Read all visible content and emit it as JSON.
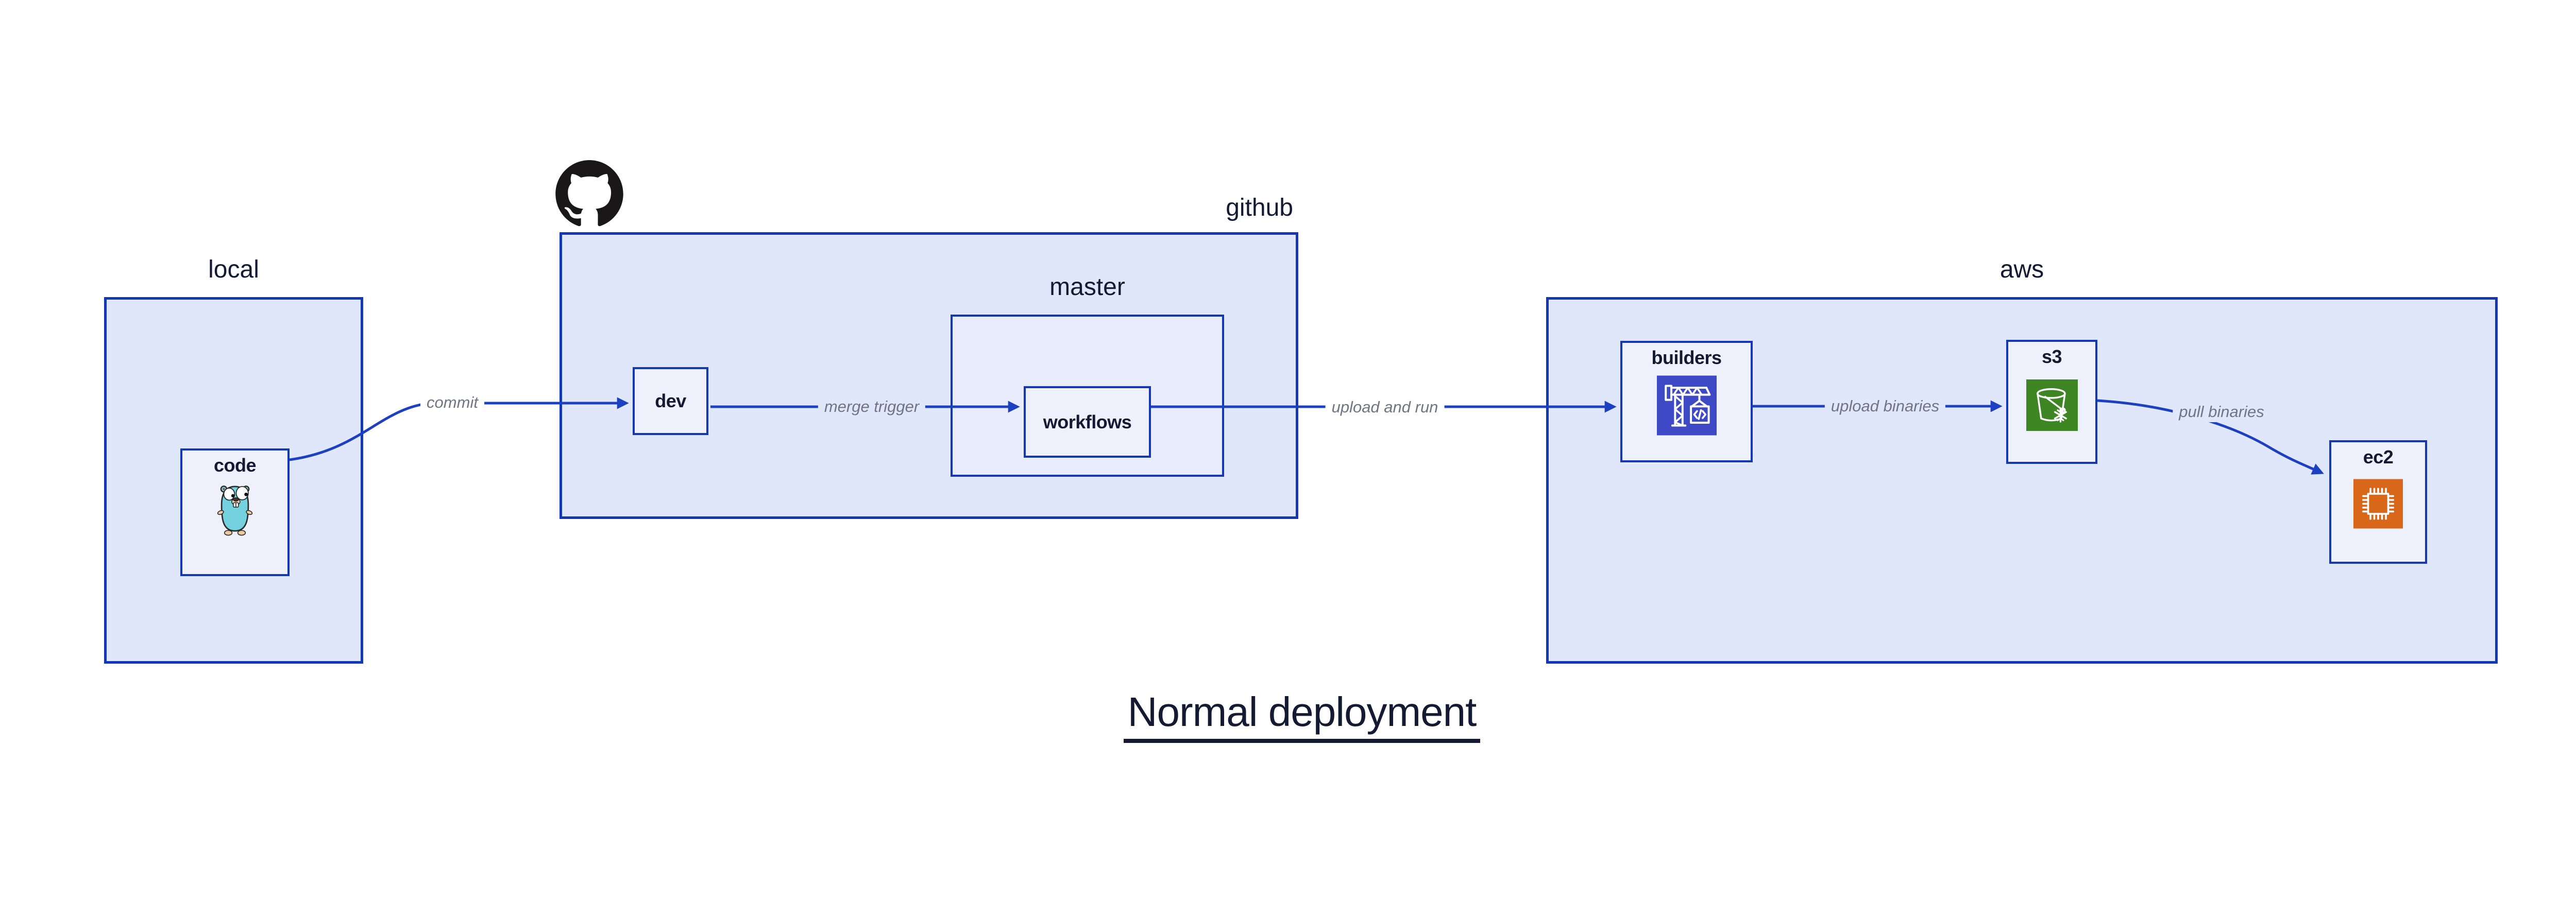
{
  "title": "Normal deployment",
  "containers": {
    "local": {
      "label": "local"
    },
    "github": {
      "label": "github"
    },
    "master": {
      "label": "master"
    },
    "aws": {
      "label": "aws"
    }
  },
  "nodes": {
    "code": {
      "label": "code"
    },
    "dev": {
      "label": "dev"
    },
    "workflows": {
      "label": "workflows"
    },
    "builders": {
      "label": "builders"
    },
    "s3": {
      "label": "s3"
    },
    "ec2": {
      "label": "ec2"
    }
  },
  "edges": {
    "commit": {
      "label": "commit"
    },
    "merge_trigger": {
      "label": "merge trigger"
    },
    "upload_and_run": {
      "label": "upload and run"
    },
    "upload_binaries": {
      "label": "upload binaries"
    },
    "pull_binaries": {
      "label": "pull binaries"
    }
  },
  "icons": {
    "github_logo": "github-octocat-logo",
    "code": "go-gopher-mascot",
    "builders": "aws-codebuild-crane",
    "s3": "aws-s3-glacier-bucket-snowflake",
    "ec2": "aws-ec2-chip"
  },
  "colors": {
    "border_blue": "#1437b5",
    "arrow_blue": "#1c40c2",
    "container_fill": "#e0e7fa",
    "master_fill": "#e9edfb",
    "inner_fill": "#eef1fb",
    "label_navy": "#131a31",
    "edge_label_gray": "#6f7582",
    "builders_icon_bg": "#3e49c6",
    "s3_icon_bg": "#3e8623",
    "ec2_icon_bg": "#d8671a",
    "octocat_black": "#191717"
  }
}
